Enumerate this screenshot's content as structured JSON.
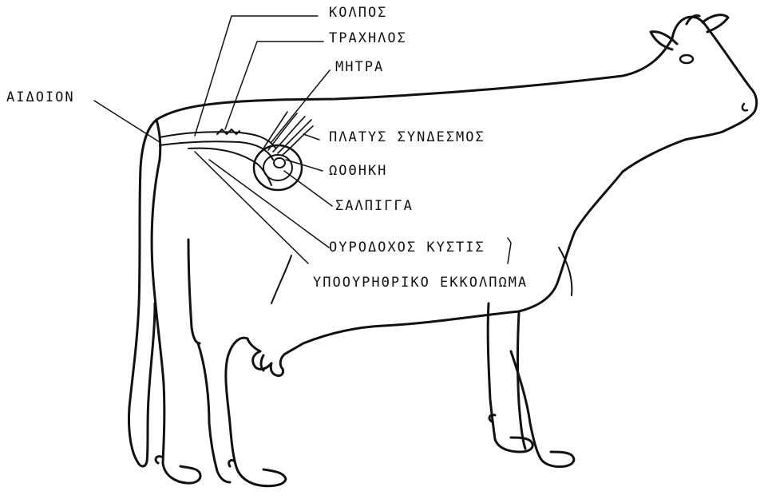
{
  "labels": {
    "kolpos": "ΚΟΛΠΟΣ",
    "trachilos": "ΤΡΑΧΗΛΟΣ",
    "mitra": "ΜΗΤΡΑ",
    "aidoion": "ΑΙΔΟΙΟΝ",
    "platys_syndesmos": "ΠΛΑΤΥΣ ΣΥΝΔΕΣΜΟΣ",
    "oothiki": "ΩΟΘΗΚΗ",
    "salpigga": "ΣΑΛΠΙΓΓΑ",
    "ourodochos_kystis": "ΟΥΡΟΔΟΧΟΣ ΚΥΣΤΙΣ",
    "ypoourithriko_ekkolpoma": "ΥΠΟΟΥΡΗΘΡΙΚΟ ΕΚΚΟΛΠΩΜΑ"
  },
  "colors": {
    "ink": "#111111",
    "background": "#ffffff"
  }
}
